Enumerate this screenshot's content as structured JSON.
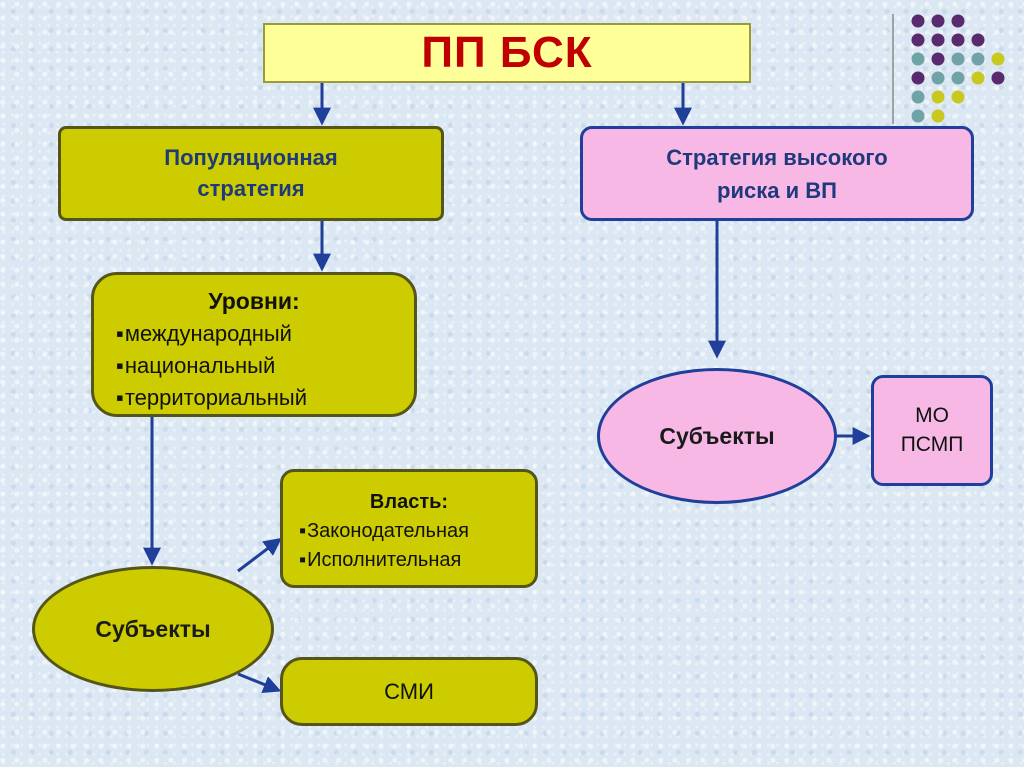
{
  "title": "ПП БСК",
  "population_strategy": {
    "line1": "Популяционная",
    "line2": "стратегия"
  },
  "high_risk_strategy": {
    "line1": "Стратегия высокого",
    "line2": "риска и ВП"
  },
  "levels": {
    "header": "Уровни:",
    "items": [
      "международный",
      "национальный",
      "территориальный"
    ]
  },
  "power": {
    "header": "Власть:",
    "items": [
      "Законодательная",
      "Исполнительная"
    ]
  },
  "subjects_left": "Субъекты",
  "subjects_right": "Субъекты",
  "media": "СМИ",
  "mo_box": {
    "line1": "МО",
    "line2": "ПСМП"
  },
  "colors": {
    "title_fill": "#ffff99",
    "title_text": "#c00000",
    "olive": "#cccc00",
    "pink": "#f8b8e6",
    "arrow": "#1f3f9a",
    "dot_purple": "#5a2a6e",
    "dot_teal": "#6fa3a8",
    "dot_yellow": "#c8c81e"
  }
}
